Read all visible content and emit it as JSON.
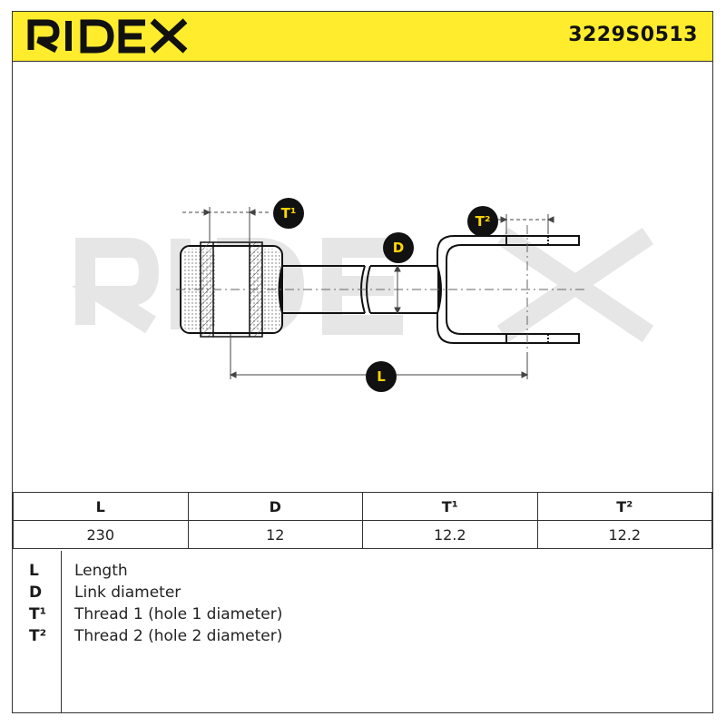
{
  "header": {
    "brand": "RIDEX",
    "part_number": "3229S0513",
    "background": "#ffec2d"
  },
  "drawing": {
    "watermark": "RIDEX",
    "dim_labels": {
      "t1": "T¹",
      "t2": "T²",
      "d": "D",
      "l": "L"
    },
    "label_circle_color": "#111111",
    "label_text_color": "#ffd600"
  },
  "spec_table": {
    "headers": [
      "L",
      "D",
      "T¹",
      "T²"
    ],
    "values": [
      "230",
      "12",
      "12.2",
      "12.2"
    ]
  },
  "legend": [
    {
      "symbol": "L",
      "text": "Length"
    },
    {
      "symbol": "D",
      "text": "Link diameter"
    },
    {
      "symbol": "T¹",
      "text": "Thread 1 (hole 1 diameter)"
    },
    {
      "symbol": "T²",
      "text": "Thread 2 (hole 2 diameter)"
    }
  ]
}
